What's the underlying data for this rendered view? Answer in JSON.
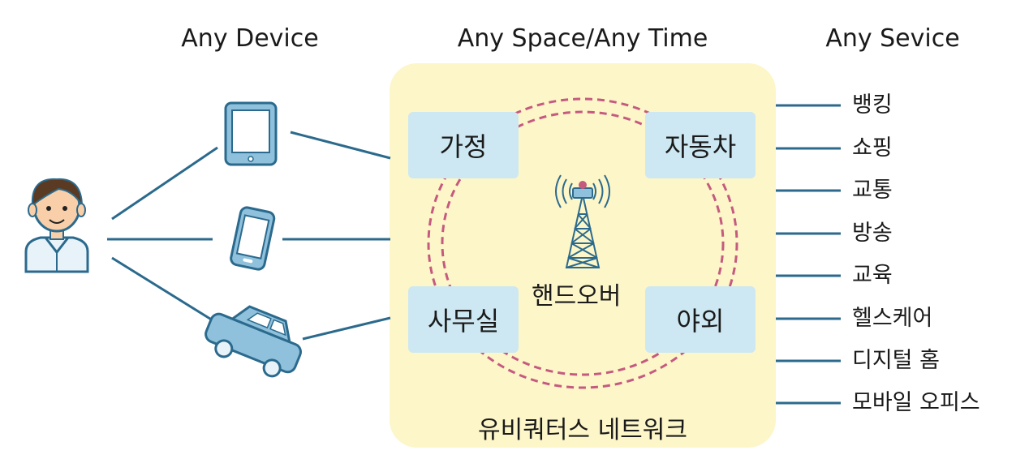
{
  "headings": {
    "devices": "Any Device",
    "space_time": "Any Space/Any Time",
    "services": "Any Sevice"
  },
  "zones": [
    "가정",
    "자동차",
    "사무실",
    "야외"
  ],
  "center_label": "핸드오버",
  "network_label": "유비쿼터스 네트워크",
  "services": [
    "뱅킹",
    "쇼핑",
    "교통",
    "방송",
    "교육",
    "헬스케어",
    "디지털 홈",
    "모바일 오피스"
  ],
  "colors": {
    "network_bg": "#fdf6c9",
    "zone_bg": "#cde8f2",
    "line": "#2b6a8d",
    "ring": "#c55a7f",
    "device": "#8fc1dc"
  },
  "icons": [
    "person-icon",
    "tablet-icon",
    "smartphone-icon",
    "car-icon",
    "antenna-tower-icon"
  ]
}
